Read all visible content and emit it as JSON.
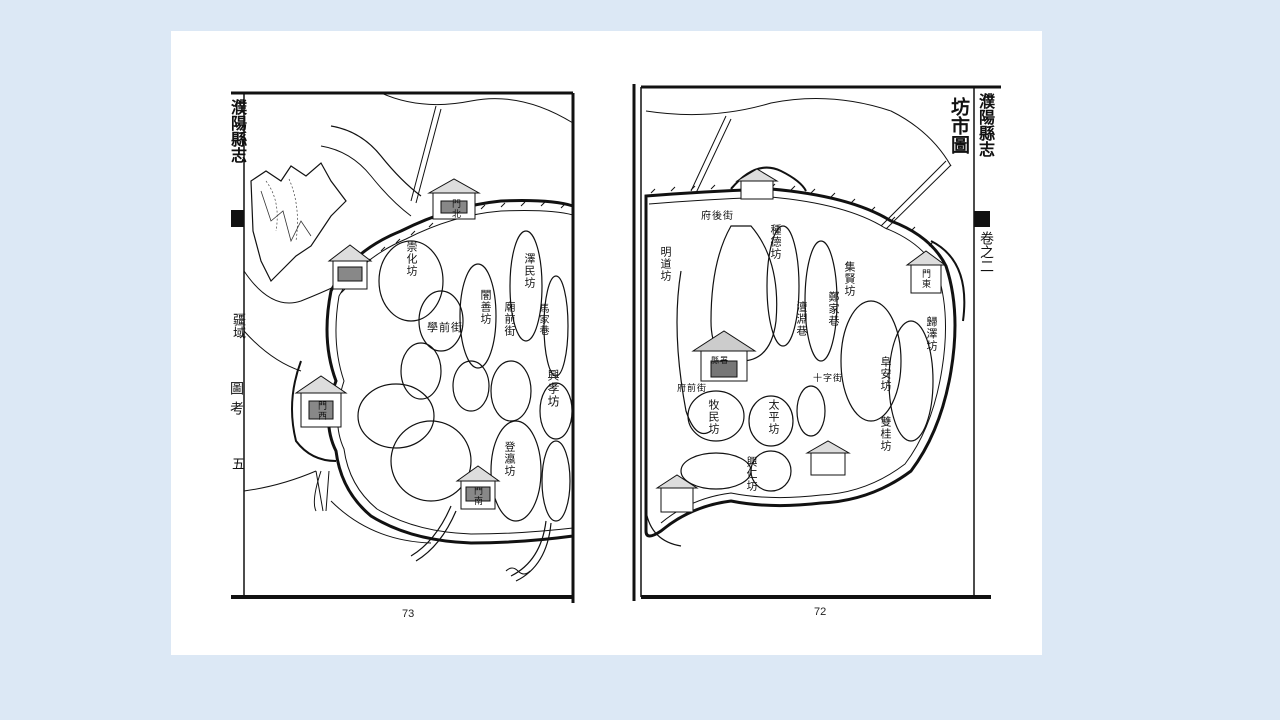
{
  "left_page": {
    "page_number": "73",
    "margin_title": "濮陽縣志",
    "margin_section": "疆域",
    "margin_subsection": "圖考",
    "margin_folio": "五",
    "wards": [
      {
        "label": "崇化坊"
      },
      {
        "label": "澤民坊"
      },
      {
        "label": "闇善坊"
      },
      {
        "label": "廟前街"
      },
      {
        "label": "馬家巷"
      },
      {
        "label": "學前街"
      },
      {
        "label": "興孝坊"
      },
      {
        "label": "登瀛坊"
      }
    ],
    "gate_labels": [
      "門北",
      "門西",
      "門南"
    ]
  },
  "right_page": {
    "page_number": "72",
    "margin_title": "濮陽縣志",
    "margin_volume": "卷之二",
    "map_title": "坊市圖",
    "wards": [
      {
        "label": "明道坊"
      },
      {
        "label": "種德坊"
      },
      {
        "label": "集賢坊"
      },
      {
        "label": "澶淵巷"
      },
      {
        "label": "鄭家巷"
      },
      {
        "label": "歸澤坊"
      },
      {
        "label": "阜安坊"
      },
      {
        "label": "雙桂坊"
      },
      {
        "label": "牧民坊"
      },
      {
        "label": "太平坊"
      },
      {
        "label": "興仁坊"
      },
      {
        "label": "府前街"
      },
      {
        "label": "府後街"
      },
      {
        "label": "十字街"
      }
    ],
    "building_labels": [
      "縣署",
      "門東"
    ]
  }
}
